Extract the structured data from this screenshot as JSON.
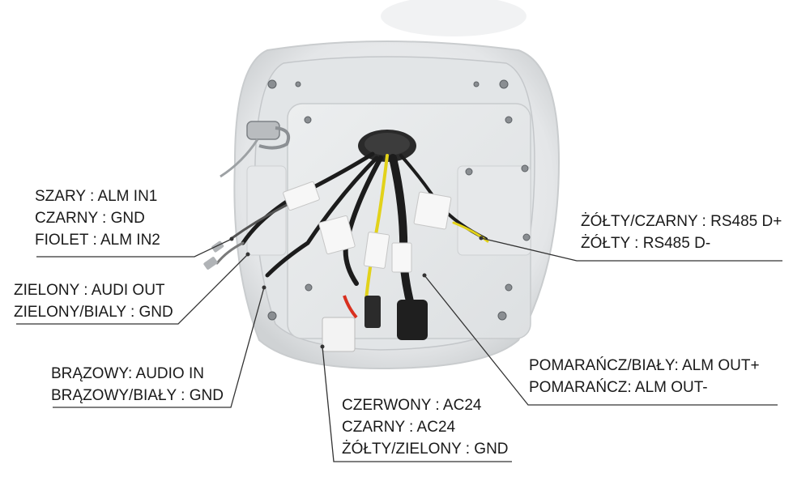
{
  "labels": {
    "group_1": {
      "line_1": "SZARY : ALM IN1",
      "line_2": "CZARNY : GND",
      "line_3": "FIOLET : ALM IN2"
    },
    "group_2": {
      "line_1": "ZIELONY : AUDI OUT",
      "line_2": "ZIELONY/BIALY : GND"
    },
    "group_3": {
      "line_1": "BRĄZOWY: AUDIO IN",
      "line_2": "BRĄZOWY/BIAŁY : GND"
    },
    "group_4": {
      "line_1": "CZERWONY : AC24",
      "line_2": "CZARNY : AC24",
      "line_3": "ŻÓŁTY/ZIELONY : GND"
    },
    "group_5": {
      "line_1": "POMARAŃCZ/BIAŁY: ALM OUT+",
      "line_2": "POMARAŃCZ: ALM OUT-"
    },
    "group_6": {
      "line_1": "ŻÓŁTY/CZARNY : RS485 D+",
      "line_2": "ŻÓŁTY : RS485 D-"
    }
  },
  "colors": {
    "leader_line": "#333333",
    "housing": "#e9ebec",
    "cable": "#1c1c1c",
    "wire_yellow": "#e2d21a",
    "wire_red": "#d8301f"
  }
}
